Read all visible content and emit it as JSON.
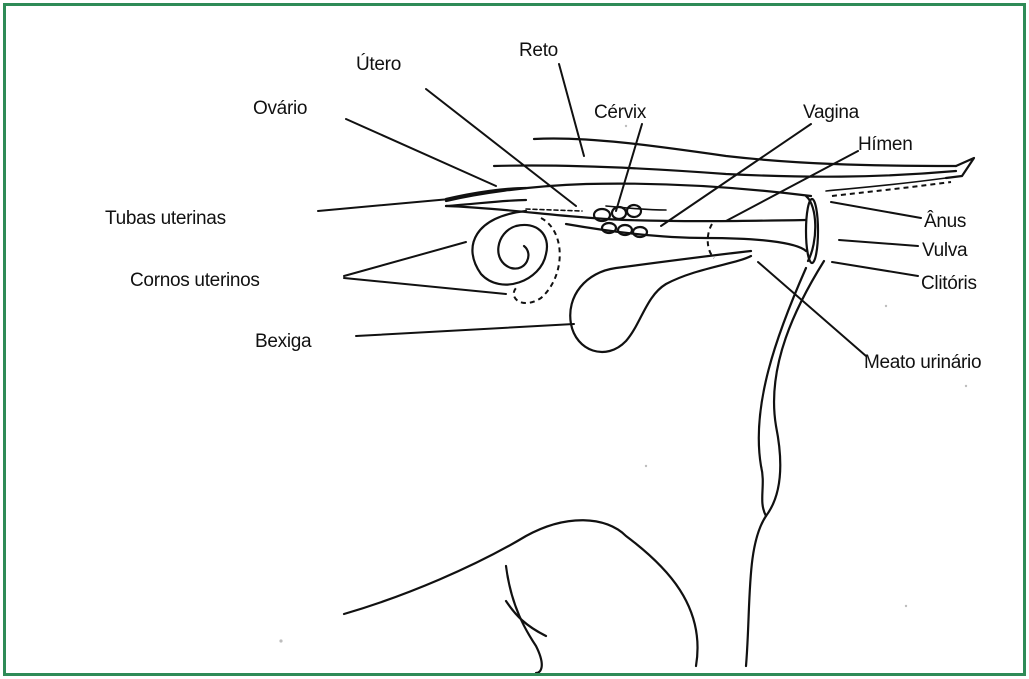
{
  "colors": {
    "border": "#2e8b57",
    "ink": "#111111",
    "background": "#ffffff"
  },
  "labels": {
    "utero": "Útero",
    "reto": "Reto",
    "ovario": "Ovário",
    "cervix": "Cérvix",
    "vagina": "Vagina",
    "himen": "Hímen",
    "tubas": "Tubas uterinas",
    "anus": "Ânus",
    "vulva": "Vulva",
    "cornos": "Cornos uterinos",
    "clitoris": "Clitóris",
    "bexiga": "Bexiga",
    "meato": "Meato urinário"
  }
}
